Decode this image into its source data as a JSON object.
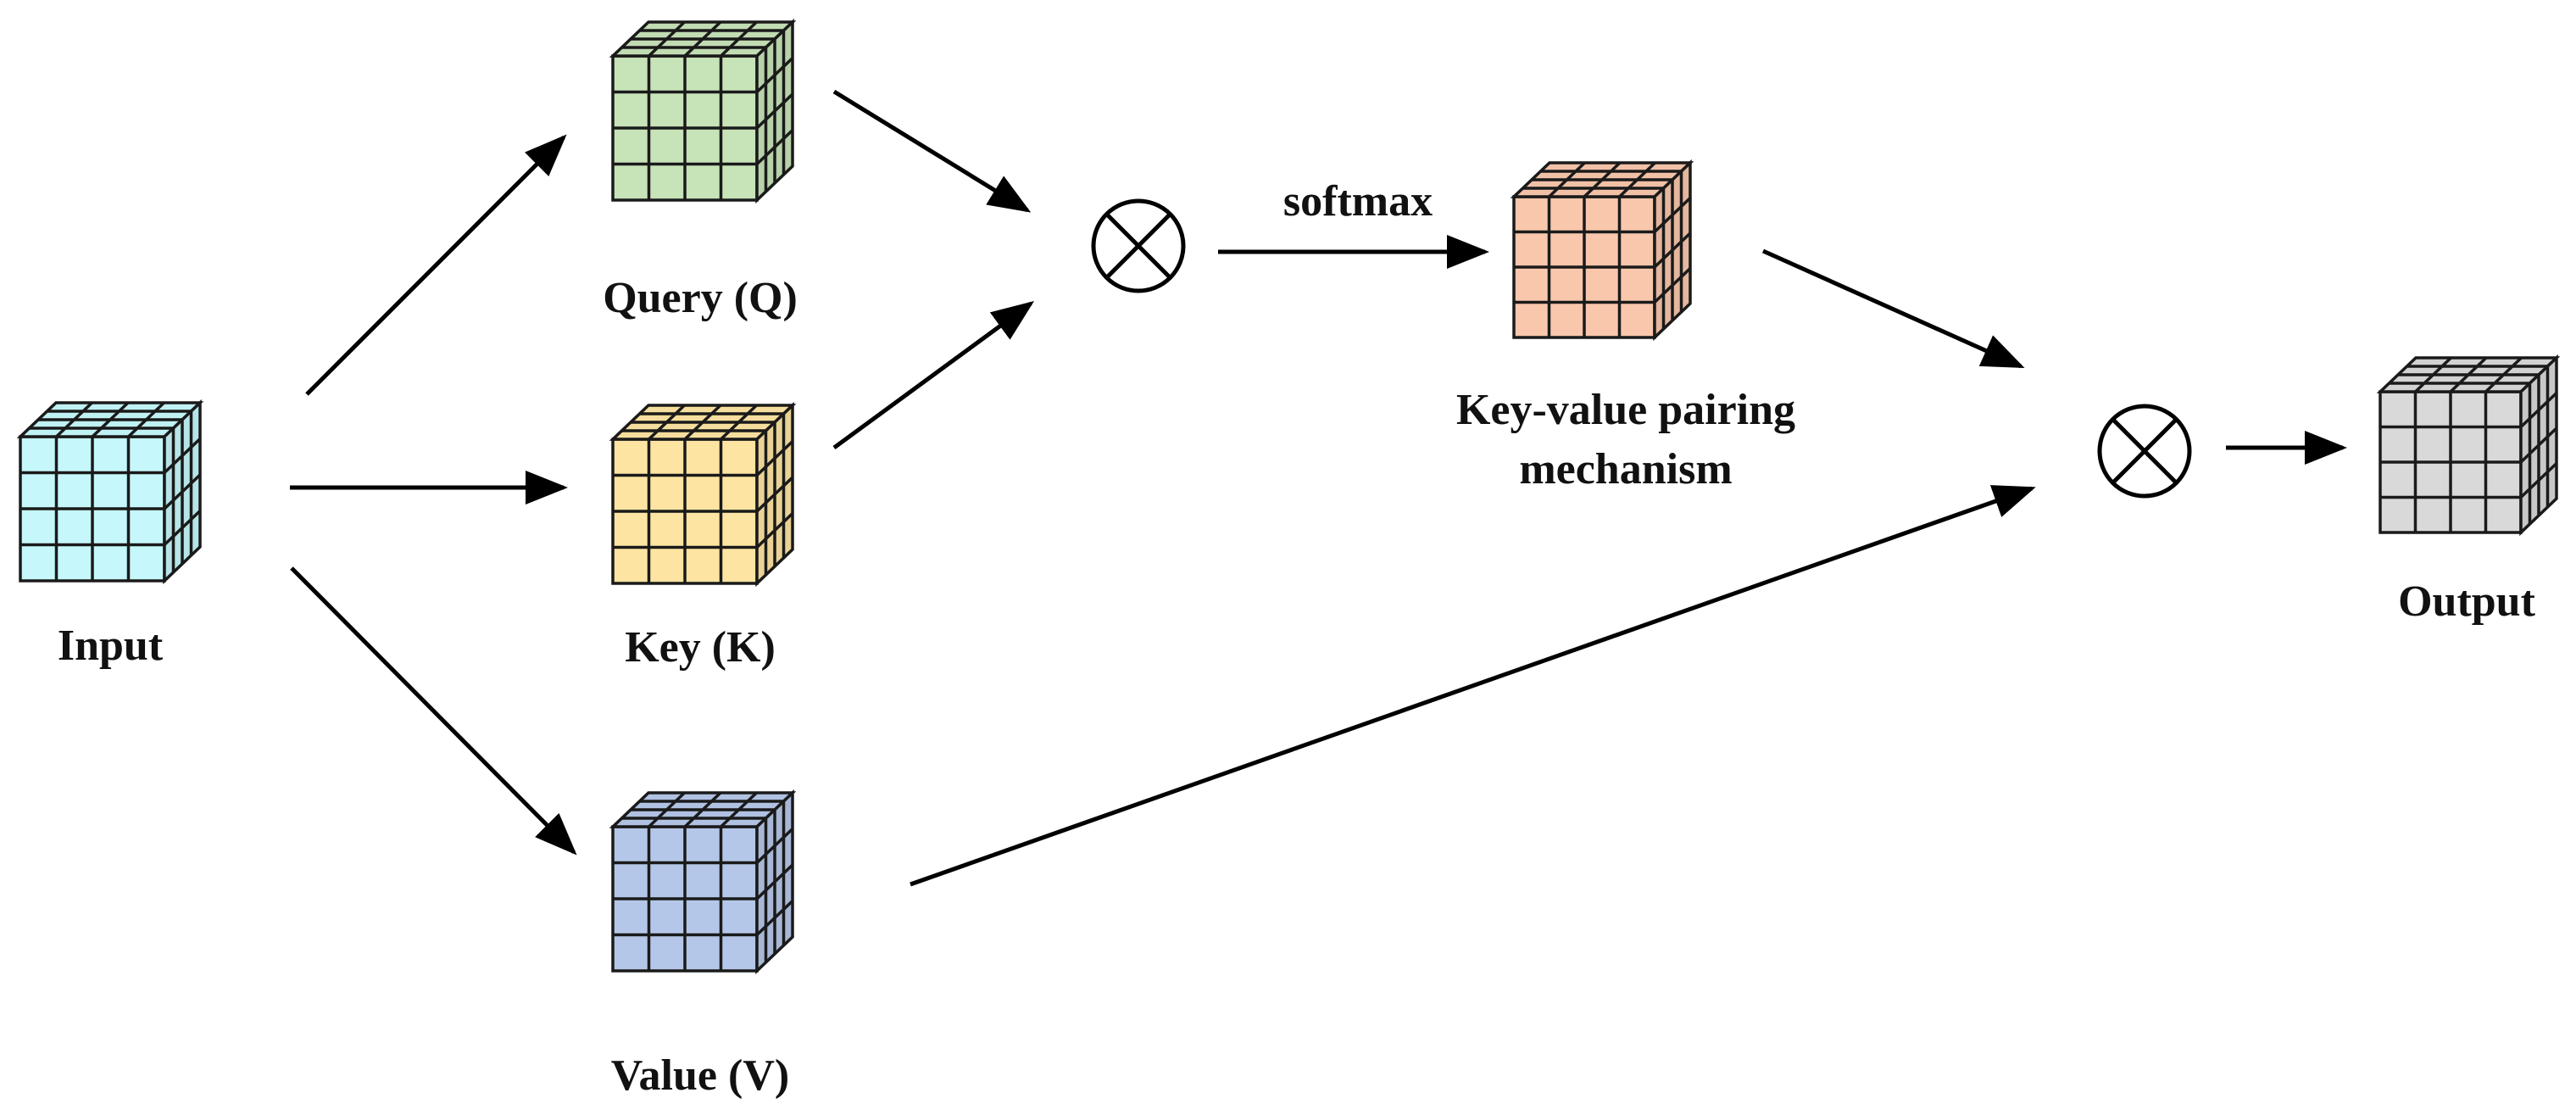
{
  "nodes": {
    "input": {
      "label": "Input",
      "color": "#c6f8fb"
    },
    "query": {
      "label": "Query (Q)",
      "color": "#c7e3b8"
    },
    "key": {
      "label": "Key (K)",
      "color": "#fde4a2"
    },
    "value": {
      "label": "Value (V)",
      "color": "#b5c7e8"
    },
    "pairing": {
      "label_line1": "Key-value pairing",
      "label_line2": "mechanism",
      "color": "#f8c7ac"
    },
    "output": {
      "label": "Output",
      "color": "#d9d9d9"
    }
  },
  "operators": {
    "multiply_1": {
      "symbol": "circled-times-icon"
    },
    "multiply_2": {
      "symbol": "circled-times-icon"
    }
  },
  "edges": {
    "softmax": {
      "label": "softmax"
    }
  },
  "colors": {
    "line": "#000000",
    "grid_line": "#1a1a1a"
  }
}
